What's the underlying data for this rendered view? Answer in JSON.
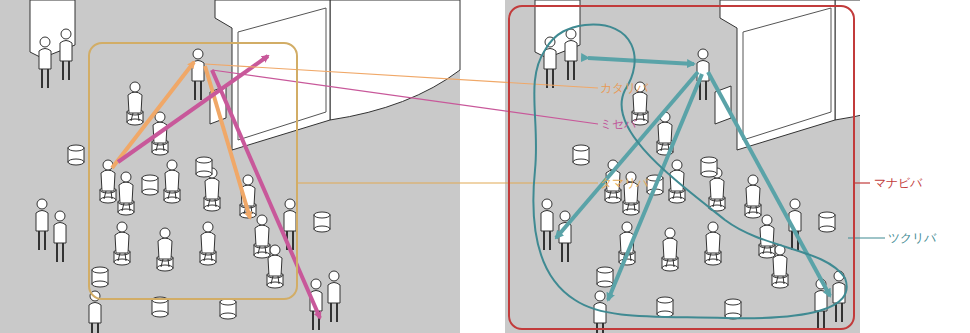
{
  "diagram": {
    "nodes": [
      {
        "text": [
          "タマリバ"
        ]
      },
      {
        "text": [
          "マナビバ"
        ]
      },
      {
        "text": [
          "ツクリバ"
        ],
        "in": 1
      }
    ],
    "labels": [
      "カタリバ",
      "ミセバ"
    ]
  }
}
